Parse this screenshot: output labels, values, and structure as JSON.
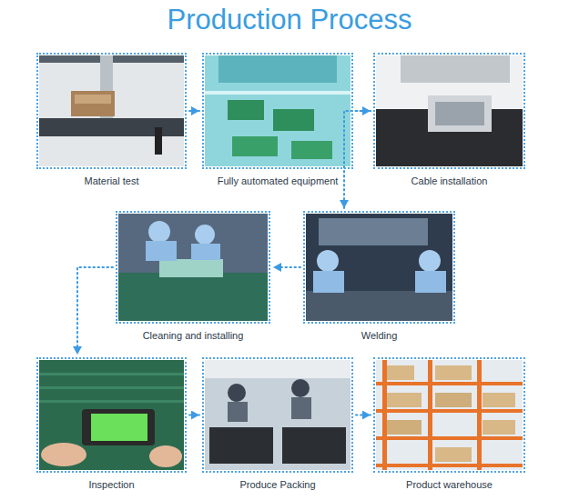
{
  "diagram": {
    "title": "Production Process",
    "nodes": [
      {
        "text": [
          "Material test"
        ]
      },
      {
        "text": [
          "Fully automated equipment"
        ]
      },
      {
        "text": [
          "Cable installation"
        ]
      },
      {
        "text": [
          "Cleaning and installing"
        ]
      },
      {
        "text": [
          "Welding"
        ]
      },
      {
        "text": [
          "Inspection"
        ]
      },
      {
        "text": [
          "Produce Packing"
        ]
      },
      {
        "text": [
          "Product warehouse"
        ]
      }
    ],
    "edges": [
      {
        "from": 0,
        "to": 1,
        "arrow": "to"
      },
      {
        "from": 1,
        "to": 2,
        "arrow": "to"
      },
      {
        "from": 2,
        "to": 4,
        "arrow": "to"
      },
      {
        "from": 4,
        "to": 3,
        "arrow": "to"
      },
      {
        "from": 3,
        "to": 5,
        "arrow": "to"
      },
      {
        "from": 5,
        "to": 6,
        "arrow": "to"
      },
      {
        "from": 6,
        "to": 7,
        "arrow": "to"
      }
    ]
  }
}
